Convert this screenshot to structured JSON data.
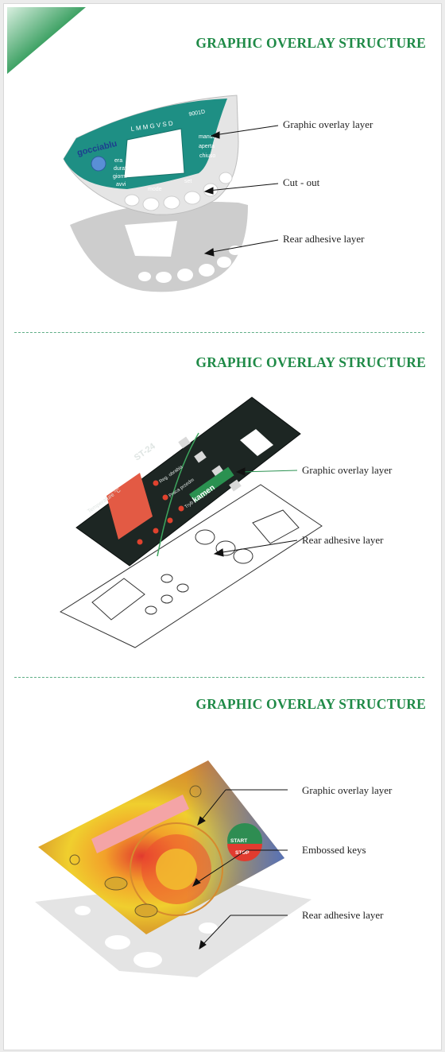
{
  "sections": [
    {
      "title": "GRAPHIC OVERLAY STRUCTURE",
      "labels": [
        "Graphic overlay layer",
        "Cut - out",
        "Rear adhesive layer"
      ],
      "panel_text": {
        "brand": "gocciablu",
        "days": "L M M G V S D",
        "model": "9001D",
        "left_words": [
          "era",
          "durata",
          "giorni",
          "avvi"
        ],
        "right_words": [
          "manuale",
          "aperta",
          "chiuso"
        ],
        "bottom_words": [
          "mode",
          "set"
        ]
      }
    },
    {
      "title": "GRAPHIC OVERLAY STRUCTURE",
      "labels": [
        "Graphic overlay layer",
        "Rear adhesive layer"
      ],
      "panel_text": {
        "model": "ST-24",
        "temperature": "Temperature °C",
        "reg": "Reg. obrabia",
        "pracia": "Praca przedm",
        "tryb": "Tryb pracy przedm",
        "brand": "kamen"
      }
    },
    {
      "title": "GRAPHIC OVERLAY STRUCTURE",
      "labels": [
        "Graphic overlay layer",
        "Embossed keys",
        "Rear adhesive layer"
      ],
      "panel_text": {
        "start": "START",
        "stop": "STOP"
      }
    }
  ],
  "colors": {
    "title_green": "#1f8a47",
    "teal_panel": "#1e8f84",
    "dark_panel": "#1d2623",
    "red_display": "#e35a44",
    "adhesive_gray": "#c9c9c9"
  }
}
